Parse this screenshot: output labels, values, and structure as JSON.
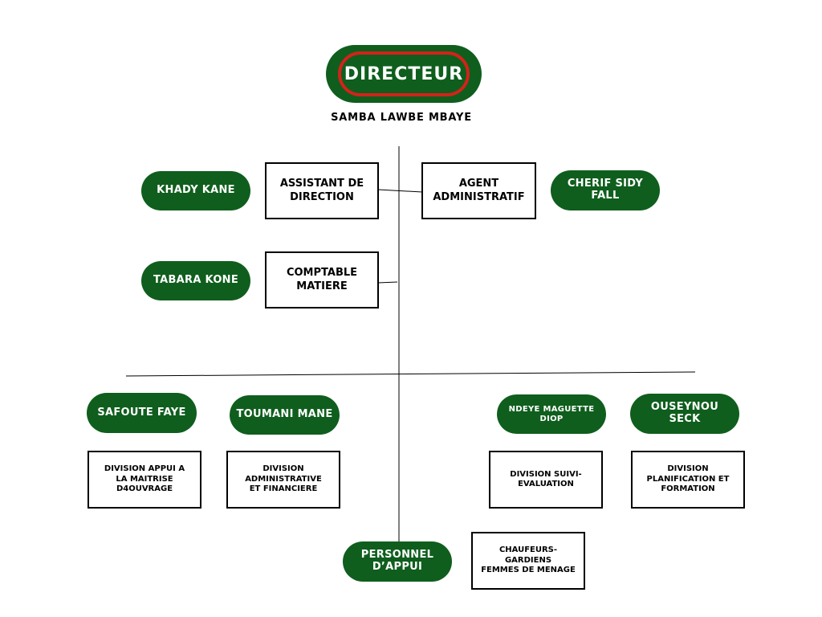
{
  "colors": {
    "pill_fill": "#0f5e1d",
    "director_ring": "#d3221b",
    "box_border": "#000000"
  },
  "director": {
    "title": "DIRECTEUR",
    "name": "SAMBA LAWBE MBAYE"
  },
  "staff": {
    "assistant": {
      "person": "KHADY KANE",
      "role": "ASSISTANT DE\nDIRECTION"
    },
    "agent": {
      "person": "CHERIF SIDY\nFALL",
      "role": "AGENT\nADMINISTRATIF"
    },
    "comptable": {
      "person": "TABARA KONE",
      "role": "COMPTABLE\nMATIERE"
    }
  },
  "divisions": [
    {
      "person": "SAFOUTE FAYE",
      "name": "DIVISION APPUI A\nLA MAITRISE\nD4OUVRAGE"
    },
    {
      "person": "TOUMANI MANE",
      "name": "DIVISION\nADMINISTRATIVE\nET FINANCIERE"
    },
    {
      "person": "NDEYE MAGUETTE\nDIOP",
      "name": "DIVISION SUIVI-\nEVALUATION"
    },
    {
      "person": "OUSEYNOU\nSECK",
      "name": "DIVISION\nPLANIFICATION ET\nFORMATION"
    }
  ],
  "support": {
    "label": "PERSONNEL\nD’APPUI",
    "staff": "CHAUFEURS-GARDIENS\nFEMMES DE MENAGE"
  }
}
